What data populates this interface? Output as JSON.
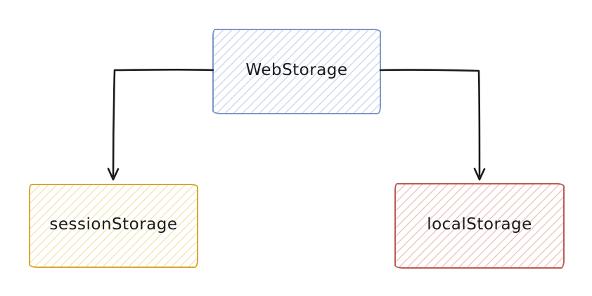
{
  "diagram": {
    "type": "flowchart",
    "style": "hand-drawn",
    "background_color": "#ffffff",
    "arrow_color": "#1a1a1a",
    "text_color": "#1a1a1a",
    "nodes": [
      {
        "id": "webstorage",
        "label": "WebStorage",
        "border_color": "#7f97c8",
        "hatch_color": "#cdd9f0",
        "position": "top-center"
      },
      {
        "id": "sessionstorage",
        "label": "sessionStorage",
        "border_color": "#d8a82d",
        "hatch_color": "#f4e6b5",
        "position": "bottom-left"
      },
      {
        "id": "localstorage",
        "label": "localStorage",
        "border_color": "#bf5b52",
        "hatch_color": "#f1c6c1",
        "position": "bottom-right"
      }
    ],
    "edges": [
      {
        "from": "WebStorage",
        "to": "sessionStorage",
        "direction": "down",
        "arrowhead": "open-v"
      },
      {
        "from": "WebStorage",
        "to": "localStorage",
        "direction": "down",
        "arrowhead": "open-v"
      }
    ]
  }
}
